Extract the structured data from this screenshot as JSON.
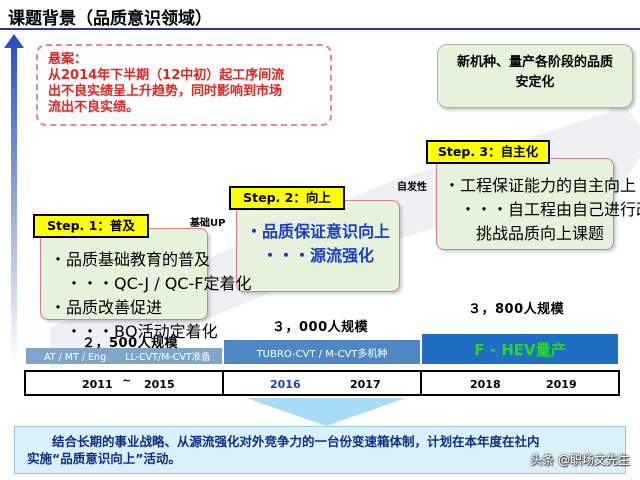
{
  "title": "课题背景（品质意识领域）",
  "issue": {
    "heading": "悬案：",
    "lines": [
      "从2014年下半期（12中初）起工序间流",
      "出不良实绩呈上升趋势，同时影响到市场",
      "流出不良实绩。"
    ]
  },
  "goal": {
    "lines": [
      "新机种、量产各阶段的品质",
      "安定化"
    ]
  },
  "steps": [
    {
      "label": "Step. 1：普及",
      "lines": [
        "・品质基础教育的普及",
        "　・・・QC-J / QC-F定着化",
        "・品质改善促进",
        "　・・・BQ活动定着化"
      ]
    },
    {
      "label": "Step. 2：向上",
      "lines": [
        "・品质保证意识向上",
        "　・・・源流强化"
      ]
    },
    {
      "label": "Step. 3：自主化",
      "lines": [
        "・工程保证能力的自主向上",
        "　・・・自工程由自己进行改善",
        "　　挑战品质向上课题"
      ]
    }
  ],
  "edges": {
    "step1_to_step2": "基础UP",
    "step2_to_step3": "自发性"
  },
  "scales": [
    "２，500人规模",
    "３，000人规模",
    "３，800人规模"
  ],
  "bands": [
    {
      "text": "AT / MT / Eng　　LL-CVT/M-CVT准备",
      "color": "#7ea6c8"
    },
    {
      "text": "TUBRO-CVT / M-CVT多机种",
      "color": "#4f86c6"
    },
    {
      "text": "F - HEV量产",
      "color": "#1f6fc4",
      "text_color": "#2cd52c"
    }
  ],
  "timeline": {
    "years": [
      "2011",
      "~",
      "2015",
      "2016",
      "2017",
      "2018",
      "2019"
    ],
    "highlight_color": "#1a3ccf"
  },
  "summary": {
    "lines": [
      "　　结合长期的事业战略、从源流强化对外竞争力的一台份变速箱体制，计划在本年度在社内",
      "实施“品质意识向上”活动。"
    ]
  },
  "watermark": "头条 @职场文先生"
}
